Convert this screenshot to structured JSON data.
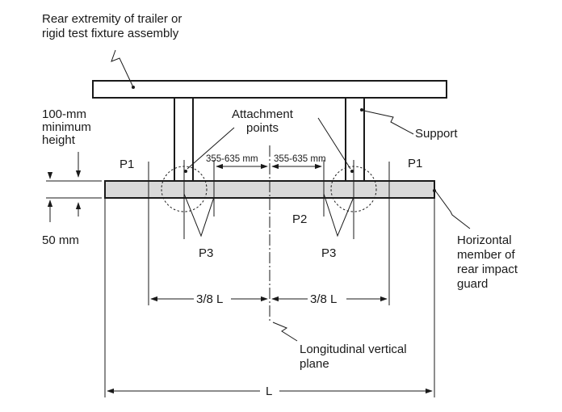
{
  "labels": {
    "rear_extremity_1": "Rear extremity of trailer or",
    "rear_extremity_2": "rigid test fixture assembly",
    "min_height_1": "100-mm",
    "min_height_2": "minimum",
    "min_height_3": "height",
    "attachment_1": "Attachment",
    "attachment_2": "points",
    "support": "Support",
    "range_left": "355-635 mm",
    "range_right": "355-635 mm",
    "p1_left": "P1",
    "p1_right": "P1",
    "p2": "P2",
    "p3_left": "P3",
    "p3_right": "P3",
    "guard_1": "Horizontal",
    "guard_2": "member of",
    "guard_3": "rear impact",
    "guard_4": "guard",
    "fifty_mm": "50 mm",
    "three_eighths_left": "3/8 L",
    "three_eighths_right": "3/8 L",
    "plane_1": "Longitudinal vertical",
    "plane_2": "plane",
    "total_length": "L"
  },
  "colors": {
    "line": "#1a1a1a",
    "guard_fill": "#d9d9d9",
    "background": "#ffffff"
  }
}
